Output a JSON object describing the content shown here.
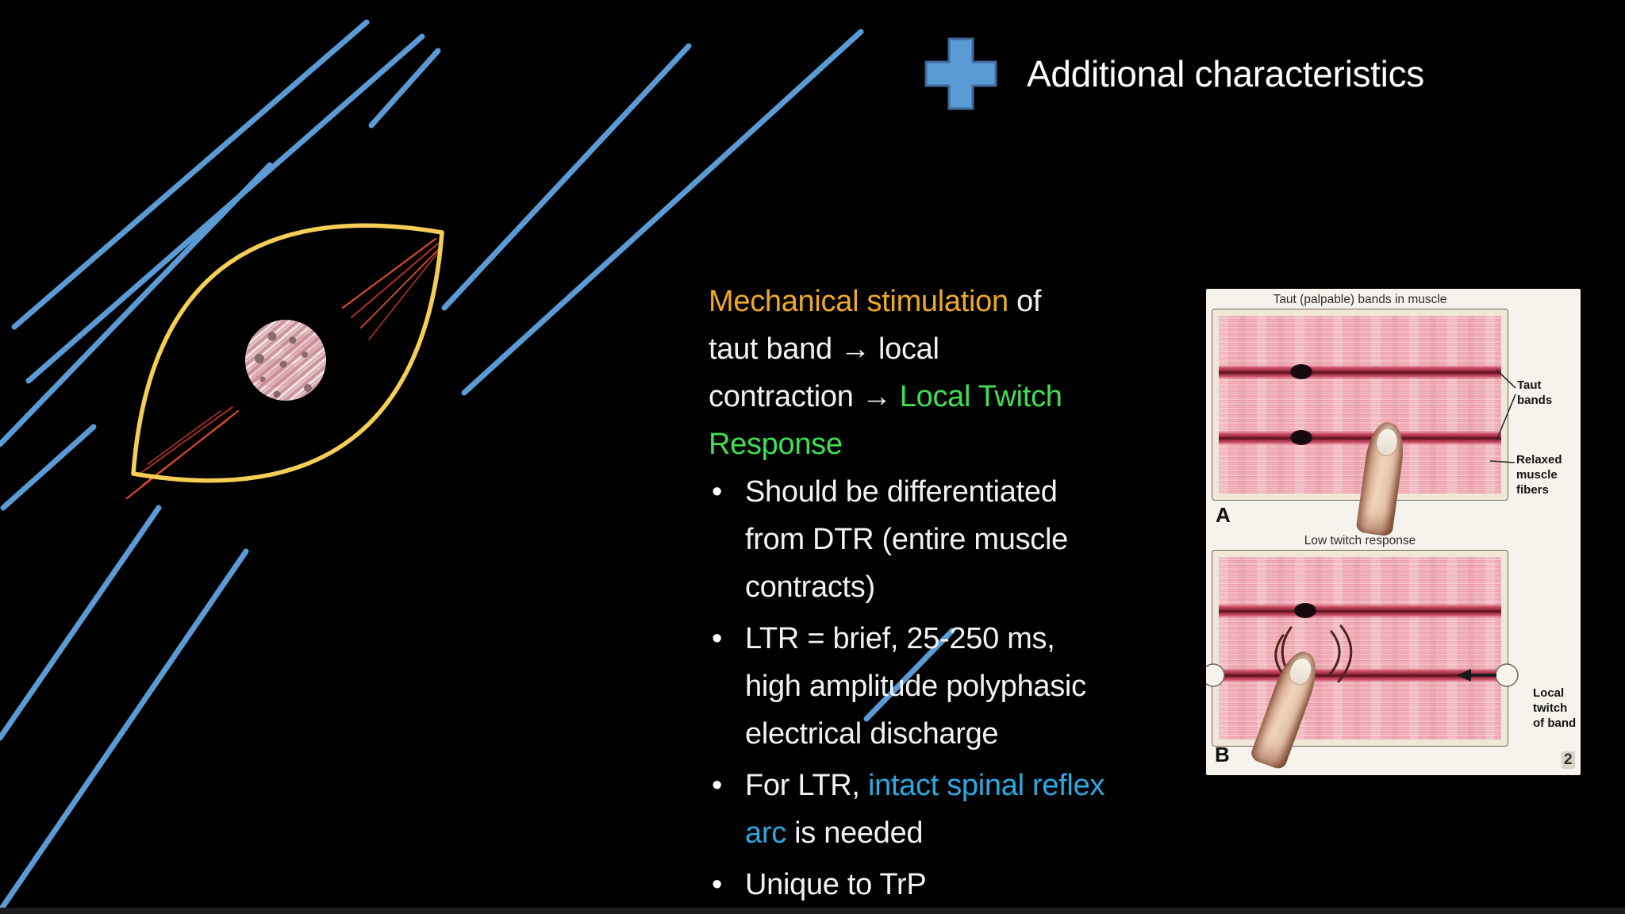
{
  "slide": {
    "title": "Additional characteristics",
    "colors": {
      "background": "#000000",
      "accent_blue_lines": "#5B9BD5",
      "plus_icon_blue": "#5B9BD5",
      "lens_yellow": "#F5CE55",
      "red_taut_lines": "#C7402E",
      "highlight_orange": "#EFA828",
      "highlight_green": "#3FE052",
      "highlight_blue": "#2CA9E1"
    }
  },
  "content": {
    "intro": {
      "seg_orange": "Mechanical stimulation",
      "seg_white_1": " of",
      "seg_line2": "taut band → local",
      "seg_line3_white": "contraction → ",
      "seg_line3_green": "Local Twitch",
      "seg_line4_green": "Response"
    },
    "bullets": {
      "b1": {
        "l1": "Should be differentiated",
        "l2": "from DTR (entire muscle",
        "l3": "contracts)"
      },
      "b2": {
        "l1": "LTR = brief, 25-250 ms,",
        "l2": "high amplitude polyphasic",
        "l3": "electrical discharge"
      },
      "b3": {
        "pre": "For LTR, ",
        "hl1": "intact spinal reflex",
        "hl2": "arc",
        "post": " is needed"
      },
      "b4": {
        "l1": "Unique to TrP"
      }
    }
  },
  "figure": {
    "panel_a": {
      "title": "Taut (palpable) bands in muscle",
      "letter": "A",
      "label_taut_1": "Taut",
      "label_taut_2": "bands",
      "label_relaxed_1": "Relaxed",
      "label_relaxed_2": "muscle",
      "label_relaxed_3": "fibers"
    },
    "panel_b": {
      "title": "Low twitch response",
      "letter": "B",
      "label_twitch_1": "Local",
      "label_twitch_2": "twitch",
      "label_twitch_3": "of band",
      "credit_mark": "2"
    }
  }
}
